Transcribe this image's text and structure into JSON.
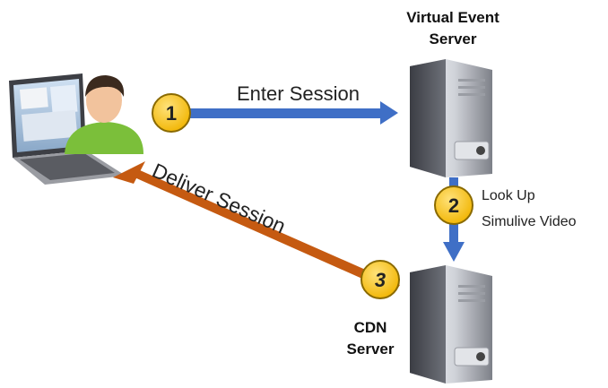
{
  "diagram": {
    "client": {
      "icon": "laptop-user-icon"
    },
    "servers": {
      "virtual_event": {
        "title_line1": "Virtual Event",
        "title_line2": "Server",
        "icon": "tower-server-icon"
      },
      "cdn": {
        "title_line1": "CDN",
        "title_line2": "Server",
        "icon": "tower-server-icon"
      }
    },
    "steps": [
      {
        "number": "1",
        "label": "Enter Session"
      },
      {
        "number": "2",
        "label_line1": "Look Up",
        "label_line2": "Simulive Video"
      },
      {
        "number": "3",
        "label": "Deliver Session"
      }
    ],
    "colors": {
      "blue_arrow": "#3f6fc6",
      "orange_arrow": "#c55a11",
      "badge_fill": "#f7c21a",
      "badge_border": "#8a6a00",
      "user_skin": "#f2c39d",
      "user_shirt": "#7bbf3a"
    }
  }
}
